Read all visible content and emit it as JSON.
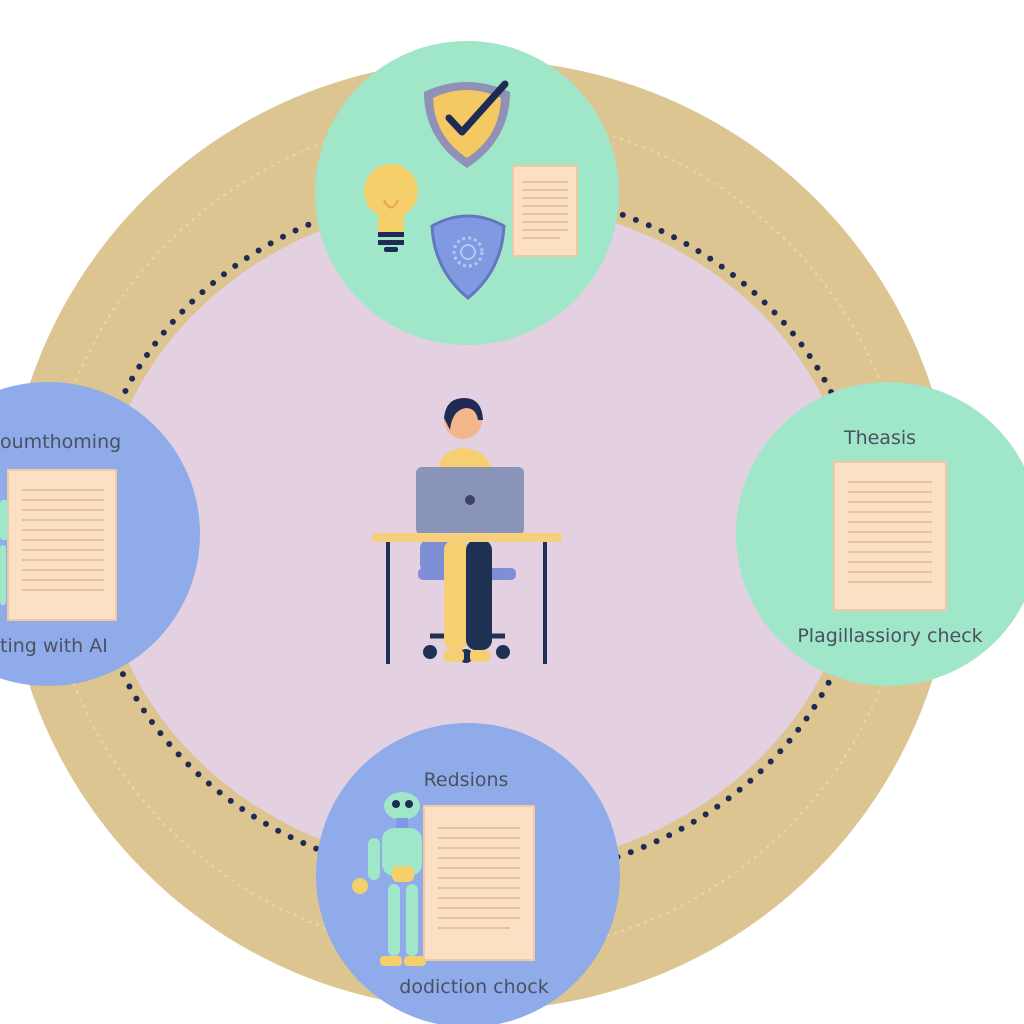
{
  "nodes": {
    "top": {
      "name": "security-ideas-node"
    },
    "left": {
      "title": "oumthoming",
      "caption": "ting with AI"
    },
    "right": {
      "title": "Theasis",
      "caption": "Plagillassiory check"
    },
    "bottom": {
      "title": "Redsions",
      "caption": "dodiction chock"
    }
  },
  "colors": {
    "outer_ring": "#dcc590",
    "inner_disc": "#e3d0e1",
    "dots": "#1f2a55",
    "green_node": "#a0e6c8",
    "blue_node": "#8fabe9",
    "paper": "#fce0c4",
    "paper_lines": "#e7c29c",
    "shirt": "#f7cf73",
    "laptop": "#8a94b8",
    "pants": "#1f3152"
  },
  "icons": [
    "shield-check-icon",
    "lightbulb-icon",
    "shield-gear-icon",
    "document-icon",
    "robot-icon",
    "person-at-laptop-icon"
  ]
}
